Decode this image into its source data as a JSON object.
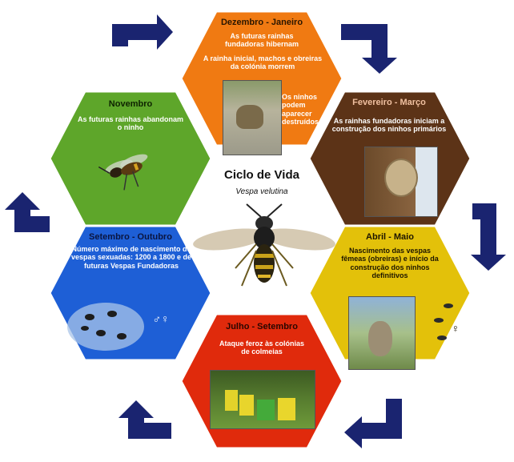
{
  "center": {
    "title": "Ciclo de Vida",
    "subtitle": "Vespa velutina"
  },
  "stages": {
    "dez_jan": {
      "title": "Dezembro - Janeiro",
      "text1": "As futuras rainhas fundadoras hibernam",
      "text2": "A rainha inicial, machos e obreiras da colónia morrem",
      "text3": "Os ninhos podem aparecer destruídos",
      "color": "#f07a12"
    },
    "fev_mar": {
      "title": "Fevereiro - Março",
      "text1": "As rainhas fundadoras iniciam a construção dos ninhos primários",
      "color": "#5c3317"
    },
    "abr_mai": {
      "title": "Abril - Maio",
      "text1": "Nascimento das vespas fêmeas (obreiras) e início da construção dos ninhos definitivos",
      "symbol": "♀",
      "color": "#e3c10a"
    },
    "jul_set": {
      "title": "Julho - Setembro",
      "text1": "Ataque feroz às colónias de colmeias",
      "color": "#e02a0c"
    },
    "set_out": {
      "title": "Setembro - Outubro",
      "text1": "Número máximo de nascimento de vespas sexuadas: 1200 a 1800 e de futuras Vespas Fundadoras",
      "symbol": "♂♀",
      "color": "#1e5fd6"
    },
    "nov": {
      "title": "Novembro",
      "text1": "As futuras rainhas abandonam o ninho",
      "color": "#5ea62a"
    }
  },
  "arrow_color": "#1a2470"
}
